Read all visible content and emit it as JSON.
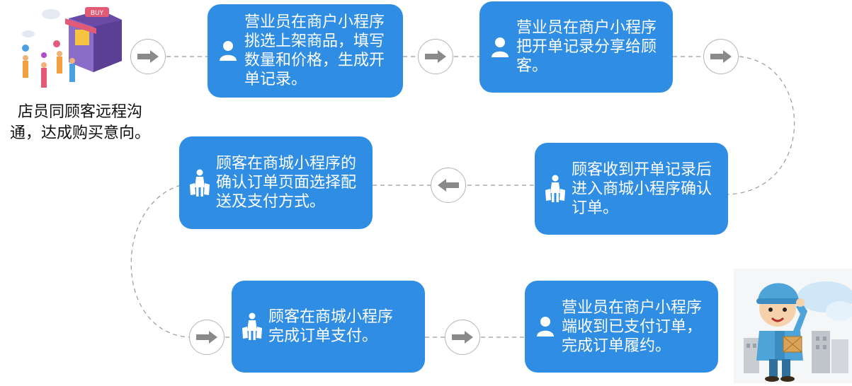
{
  "intro": {
    "caption_line1": "店员同顾客远程沟",
    "caption_line2": "通，达成购买意向。",
    "shop_sign": "BUY"
  },
  "steps": [
    {
      "id": 1,
      "actor": "person",
      "lines": [
        "营业员在商户小程序",
        "挑选上架商品，填写",
        "数量和价格，生成开",
        "单记录。"
      ]
    },
    {
      "id": 2,
      "actor": "person",
      "lines": [
        "营业员在商户小程序",
        "把开单记录分享给顾",
        "客。"
      ]
    },
    {
      "id": 3,
      "actor": "shopper",
      "lines": [
        "顾客收到开单记录后",
        "进入商城小程序确认",
        "订单。"
      ]
    },
    {
      "id": 4,
      "actor": "shopper",
      "lines": [
        "顾客在商城小程序的",
        "确认订单页面选择配",
        "送及支付方式。"
      ]
    },
    {
      "id": 5,
      "actor": "shopper",
      "lines": [
        "顾客在商城小程序",
        "完成订单支付。"
      ]
    },
    {
      "id": 6,
      "actor": "person",
      "lines": [
        "营业员在商户小程序",
        "端收到已支付订单，",
        "完成订单履约。"
      ]
    }
  ],
  "colors": {
    "box": "#2f8ee3",
    "arrow": "#8a8a8a",
    "line": "#9a9a9a",
    "text": "#ffffff"
  },
  "icons": {
    "person": "person-icon",
    "shopper": "shopper-bags-icon",
    "arrow_right": "arrow-right-icon",
    "arrow_left": "arrow-left-icon"
  }
}
